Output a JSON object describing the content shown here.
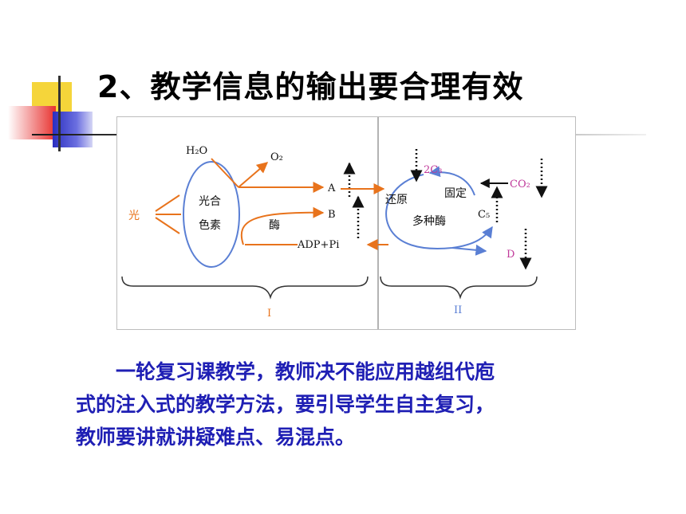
{
  "slide": {
    "title": "2、教学信息的输出要合理有效",
    "paragraph_lines": [
      "一轮复习课教学，教师决不能应用越组代庖",
      "式的注入式的教学方法，要引导学生自主复习，",
      "教师要讲就讲疑难点、易混点。"
    ],
    "colors": {
      "paragraph": "#1f1fb4",
      "title": "#000000",
      "orange": "#e8731c",
      "blue": "#5a7fd4"
    }
  },
  "figure": {
    "light_label": "光",
    "pigment_label_1": "光合",
    "pigment_label_2": "色素",
    "water": "H₂O",
    "oxygen": "O₂",
    "label_a": "A",
    "label_b": "B",
    "enzyme_1": "酶",
    "adp_pi": "ADP+Pi",
    "two_c3": "2C₃",
    "co2": "CO₂",
    "reduction": "还原",
    "fixation": "固定",
    "multi_enzyme": "多种酶",
    "c5": "C₅",
    "label_d": "D",
    "stage_1": "I",
    "stage_2": "II"
  }
}
